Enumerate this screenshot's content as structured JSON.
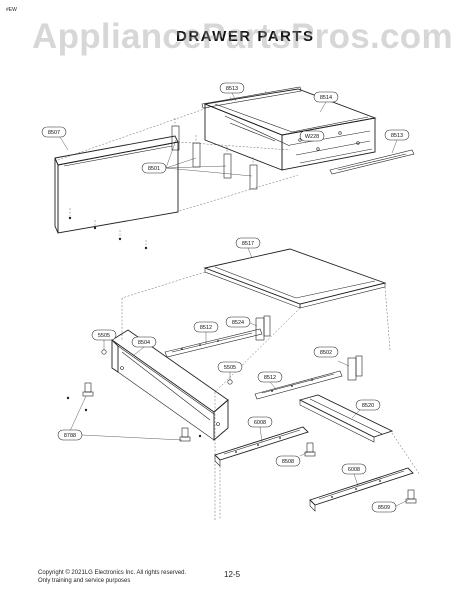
{
  "page": {
    "corner_tag": "#EW",
    "watermark": "AppliancePartsPros.com",
    "title": "DRAWER PARTS",
    "footer_line1": "Copyright © 2021LG Electronics Inc. All rights reserved.",
    "footer_line2": "Only training and service purposes",
    "page_number": "12-5"
  },
  "callouts": {
    "c8507": "8507",
    "c8513a": "8513",
    "c8514": "8514",
    "c8513b": "8513",
    "cW228": "W228",
    "c8501": "8501",
    "c8517": "8517",
    "c5505a": "5505",
    "c8504": "8504",
    "c8512a": "8512",
    "c8524": "8524",
    "c8502": "8502",
    "c8512b": "8512",
    "c5505b": "5505",
    "c8520": "8520",
    "c6008a": "6008",
    "c8788": "8788",
    "c8508": "8508",
    "c6008b": "6008",
    "c8509": "8509"
  }
}
